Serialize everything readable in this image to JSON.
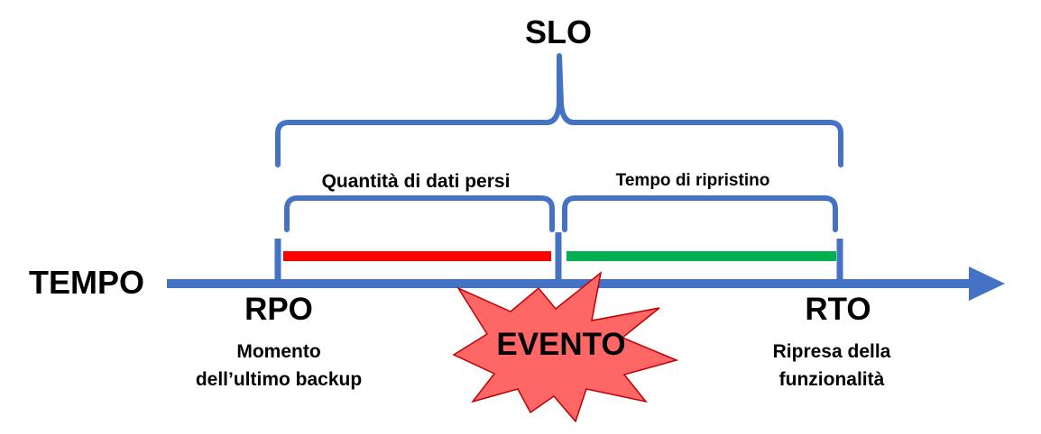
{
  "diagram": {
    "title": "SLO",
    "axis_label": "TEMPO",
    "brace_left_label": "Quantità di dati persi",
    "brace_right_label": "Tempo di ripristino",
    "rpo_label": "RPO",
    "rpo_desc_line1": "Momento",
    "rpo_desc_line2": "dell’ultimo backup",
    "event_label": "EVENTO",
    "rto_label": "RTO",
    "rto_desc_line1": "Ripresa della",
    "rto_desc_line2": "funzionalità"
  },
  "colors": {
    "axis": "#4472C4",
    "data_loss_bar": "#FF0000",
    "recovery_bar": "#00B050",
    "event_fill": "#FF6666",
    "event_stroke": "#C00000"
  }
}
